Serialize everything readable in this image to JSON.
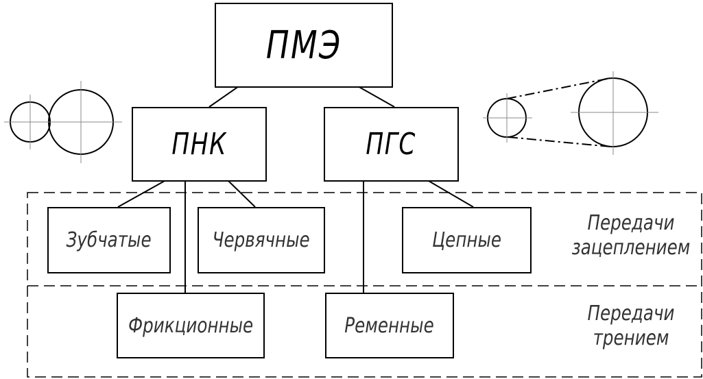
{
  "root": {
    "label": "ПМЭ"
  },
  "groups": [
    {
      "id": "pnk",
      "label": "ПНК"
    },
    {
      "id": "pgs",
      "label": "ПГС"
    }
  ],
  "nodes": {
    "zubchatye": "Зубчатые",
    "chervyachnye": "Червячные",
    "tsepnye": "Цепные",
    "friktsionnye": "Фрикционные",
    "remennye": "Ременные"
  },
  "zones": {
    "engagement": {
      "line1": "Передачи",
      "line2": "зацеплением"
    },
    "friction": {
      "line1": "Передачи",
      "line2": "трением"
    }
  },
  "icons": [
    "gear-pair-icon",
    "belt-drive-icon"
  ]
}
